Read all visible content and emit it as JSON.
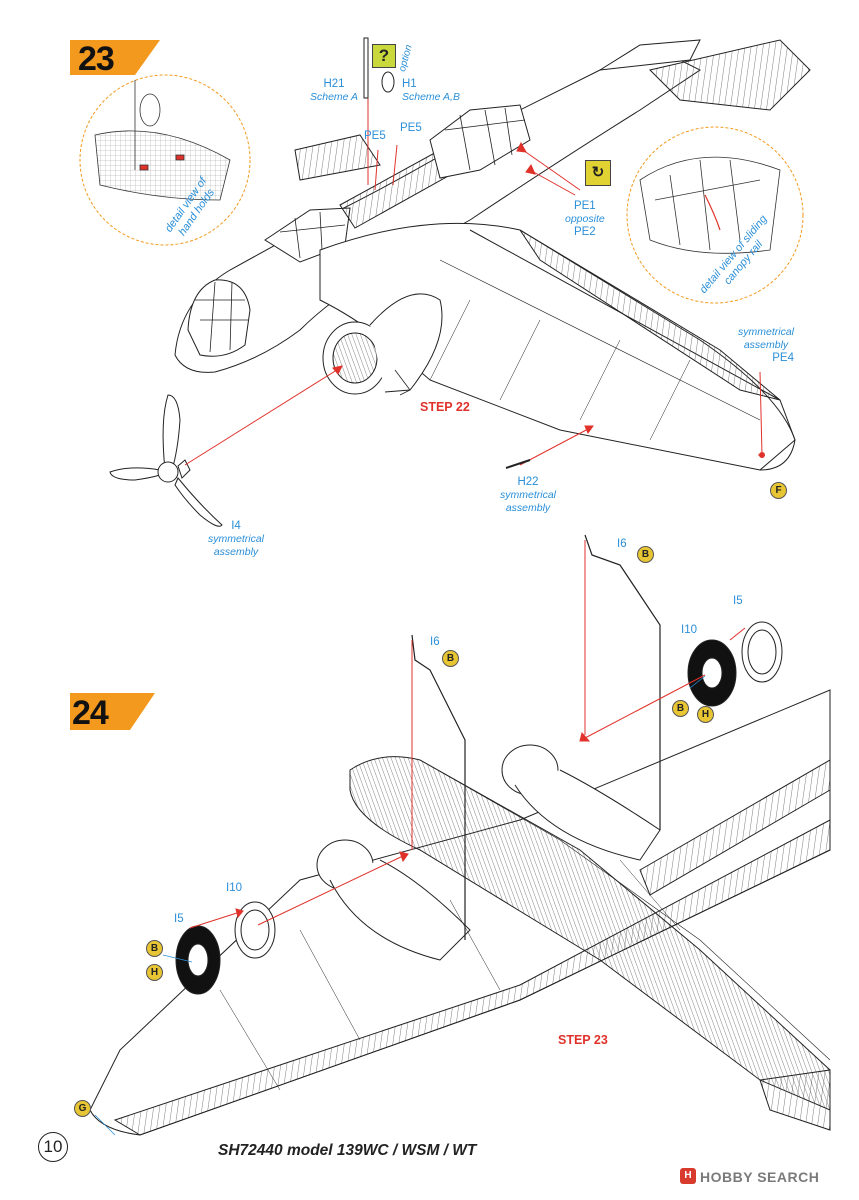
{
  "steps": {
    "step23": {
      "number": "23"
    },
    "step24": {
      "number": "24"
    }
  },
  "references": {
    "step22": "STEP 22",
    "step23": "STEP 23"
  },
  "callouts": {
    "h21": {
      "part": "H21",
      "note": "Scheme A"
    },
    "h1": {
      "part": "H1",
      "note": "Scheme A,B"
    },
    "option": "option",
    "pe5a": "PE5",
    "pe5b": "PE5",
    "pe1": {
      "part": "PE1",
      "note": "opposite",
      "part2": "PE2"
    },
    "pe4": {
      "note1": "symmetrical",
      "note2": "assembly",
      "part": "PE4"
    },
    "h22": {
      "part": "H22",
      "note1": "symmetrical",
      "note2": "assembly"
    },
    "i4": {
      "part": "I4",
      "note1": "symmetrical",
      "note2": "assembly"
    },
    "i6a": "I6",
    "i6b": "I6",
    "i5a": "I5",
    "i10a": "I10",
    "i5b": "I5",
    "i10b": "I10"
  },
  "details": {
    "hand_holds": [
      "detail view of",
      "hand holds"
    ],
    "canopy_rail": [
      "detail view of sliding",
      "canopy rail"
    ]
  },
  "paint_codes": {
    "f": "F",
    "i6a_b": "B",
    "i6b_b": "B",
    "wheel_r_b": "B",
    "wheel_r_h": "H",
    "wheel_l_b": "B",
    "wheel_l_h": "H",
    "g": "G"
  },
  "icons": {
    "question": "?",
    "flip": "↻"
  },
  "footer": {
    "title": "SH72440 model 139WC / WSM / WT",
    "page": "10"
  },
  "watermark": {
    "icon": "H",
    "text": "HOBBY SEARCH"
  },
  "colors": {
    "accent_orange": "#f39a1e",
    "callout_blue": "#2a8fd8",
    "ref_red": "#e0322b",
    "paint_yellow": "#e8c532"
  }
}
